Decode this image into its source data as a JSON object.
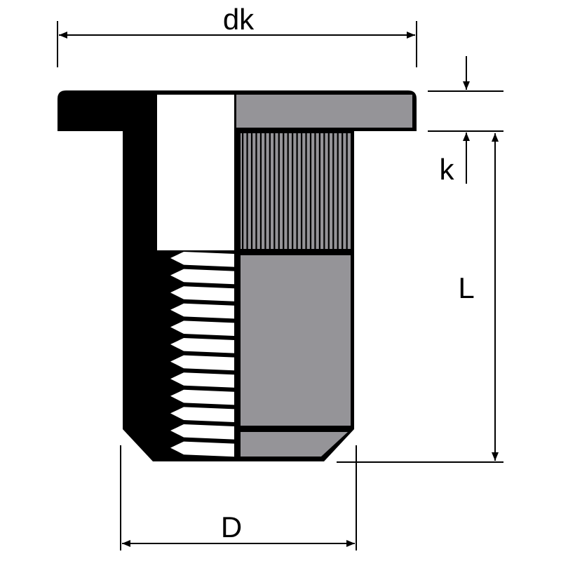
{
  "labels": {
    "dk": "dk",
    "k": "k",
    "L": "L",
    "D": "D"
  },
  "colors": {
    "outline": "#000000",
    "section_gray": "#959498",
    "bore": "#ffffff"
  },
  "thread_count": 12,
  "knurl_count": 24
}
